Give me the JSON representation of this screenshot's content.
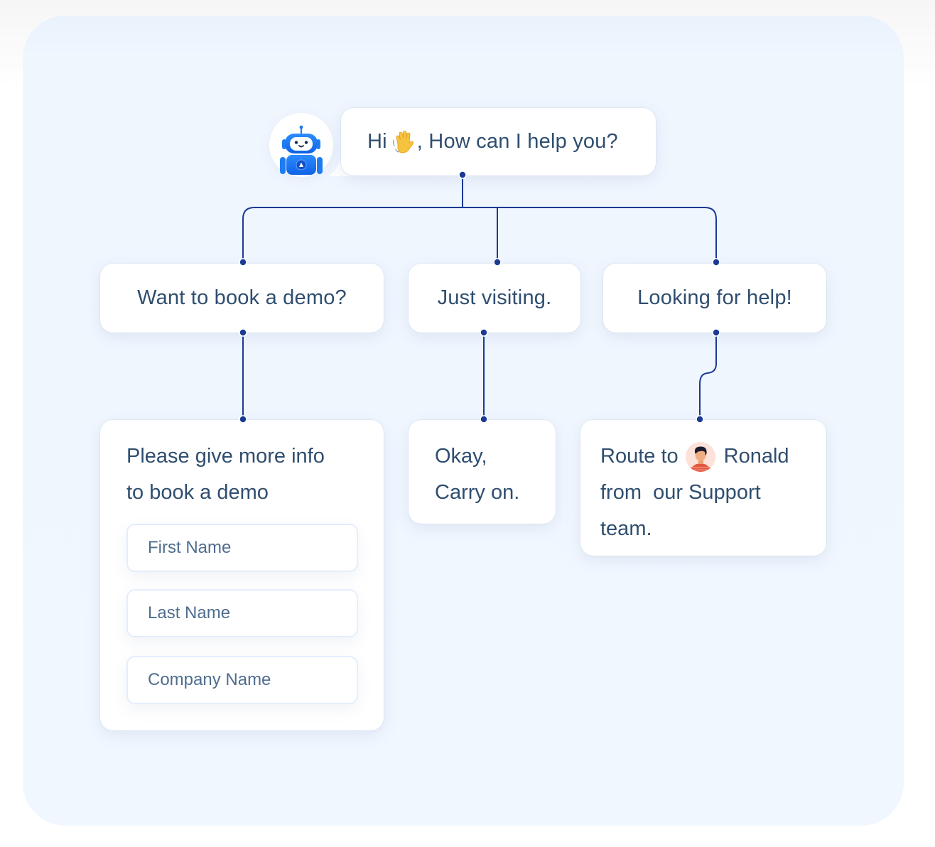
{
  "diagram": {
    "type": "chatbot-conversation-flow",
    "colors": {
      "connector": "#1b3a94",
      "text": "#2f4e6f",
      "panel_background": "#f1f7ff",
      "card_background": "#ffffff",
      "bot_blue": "#1e7bf2"
    },
    "bot": {
      "avatar_icon": "robot-icon",
      "greeting_prefix": "Hi",
      "greeting_emoji": "waving-hand-icon",
      "greeting_suffix": ", How can I help you?"
    },
    "options": [
      {
        "label": "Want to book a demo?"
      },
      {
        "label": "Just visiting."
      },
      {
        "label": "Looking for help!"
      }
    ],
    "responses": {
      "demo": {
        "lines": [
          "Please give more info",
          "to book a demo"
        ],
        "fields": [
          {
            "placeholder": "First Name",
            "value": ""
          },
          {
            "placeholder": "Last Name",
            "value": ""
          },
          {
            "placeholder": "Company Name",
            "value": ""
          }
        ]
      },
      "visiting": {
        "lines": [
          "Okay,",
          "Carry on."
        ]
      },
      "help": {
        "line1_prefix": "Route to",
        "agent_avatar": "agent-avatar-icon",
        "agent_name": "Ronald",
        "line2": "from  our Support",
        "line3": "team."
      }
    },
    "edges": [
      {
        "from": "greeting",
        "to": "option-0"
      },
      {
        "from": "greeting",
        "to": "option-1"
      },
      {
        "from": "greeting",
        "to": "option-2"
      },
      {
        "from": "option-0",
        "to": "response-demo"
      },
      {
        "from": "option-1",
        "to": "response-visiting"
      },
      {
        "from": "option-2",
        "to": "response-help"
      }
    ]
  }
}
